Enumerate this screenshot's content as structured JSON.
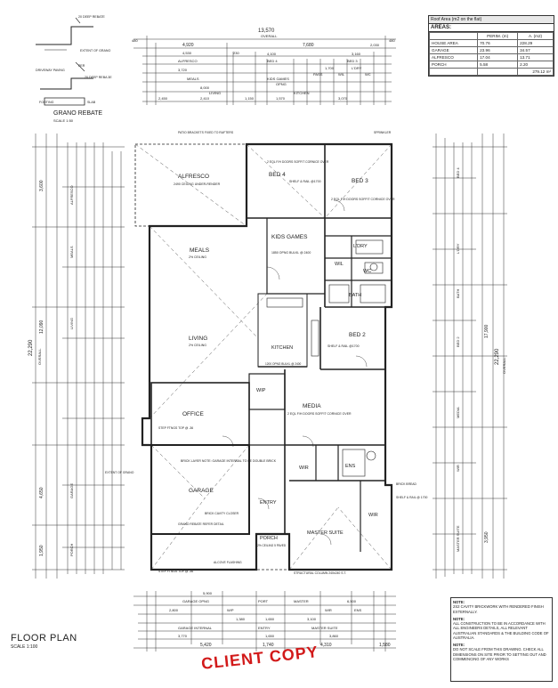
{
  "drawing": {
    "title": "FLOOR PLAN",
    "scale": "SCALE 1:100",
    "stamp": "CLIENT COPY"
  },
  "grano_detail": {
    "title": "GRANO REBATE",
    "scale": "SCALE 1:50",
    "labels": {
      "deep_rebate": "20 DEEP REBATE",
      "extent": "EXTENT OF GRANO",
      "driveway": "DRIVEWAY PAVING",
      "per": "PER",
      "deep_reba": "20 DEEP REBA 3E",
      "footing": "FOOTING",
      "slab": "SLAB"
    }
  },
  "area_table": {
    "caption": "Roof Area (m2 on the flat)",
    "heading": "AREAS:",
    "columns": [
      "",
      "PERIM. (m)",
      "A. (m2)"
    ],
    "rows": [
      {
        "name": "HOUSE AREA",
        "perim": "70.76",
        "area": "228.29"
      },
      {
        "name": "GARAGE",
        "perim": "23.96",
        "area": "34.57"
      },
      {
        "name": "ALFRESCO",
        "perim": "17.04",
        "area": "13.71"
      },
      {
        "name": "PORCH",
        "perim": "5.58",
        "area": "2.20"
      }
    ],
    "total": "279.12 m²"
  },
  "notes": {
    "title": "NOTE:",
    "n1": "2S2 CAVITY BRICKWORK WITH RENDERED FINISH EXTERNALLY.",
    "n2_title": "NOTE:",
    "n2": "ALL CONSTRUCTION TO BE IN ACCORDANCE WITH ALL ENGINEERS DETAILS, ALL RELEVANT AUSTRALIAN STANDARDS & THE BUILDING CODE OF AUSTRALIA.",
    "n3_title": "NOTE:",
    "n3": "DO NOT SCALE FROM THIS DRAWING. CHECK ALL DIMENSIONS ON SITE PRIOR TO SETTING OUT AND COMMENCING OF ANY WORKS"
  },
  "dims": {
    "top_overall": "13,570",
    "top_overall_label": "OVERALL",
    "top_d1": "4,920",
    "top_d2": "7,680",
    "top_a": "4,530",
    "top_b": "230",
    "top_c": "3,720",
    "top_alfresco": "ALFRESCO",
    "top_meals": "MEALS",
    "top_kids": "KIDS GAMES",
    "top_kids_opng": "OPNG",
    "top_bed4": "BED 4",
    "top_bed3": "BED 3",
    "top_pass": "PASS",
    "top_wil": "WIL",
    "top_wc": "WC",
    "top_ldry": "L'DRY",
    "top_living": "LIVING",
    "top_kitchen": "KITCHEN",
    "top_living_total": "8,000",
    "top_e1": "2,450",
    "top_e2": "2,410",
    "top_e3": "1,150",
    "top_e4": "1,570",
    "top_e5": "3,070",
    "top_r1": "4,100",
    "top_r2": "3,160",
    "top_r3": "1,700",
    "top_r4": "2,030",
    "top_end": "480",
    "bot_overall": "5,900",
    "bot_garage": "GARAGE OPNG",
    "bot_port": "PORT",
    "bot_wip": "W/P",
    "bot_master": "MASTER",
    "bot_wir": "WIR",
    "bot_ens": "ENS",
    "bot_g1": "2,800",
    "bot_g2": "1,380",
    "bot_g3": "1,650",
    "bot_g4": "3,100",
    "bot_g5": "6,500",
    "bot_internal": "GARAGE INTERNAL",
    "bot_entry": "ENTRY",
    "bot_master_suite": "MASTER SUITE",
    "bot_m1": "5,420",
    "bot_m2": "1,740",
    "bot_m3": "4,310",
    "bot_m4": "1,580",
    "bot_e1": "3,770",
    "bot_e2": "1,650",
    "bot_e3": "3,860",
    "left_overall": "22,290",
    "left_overall_label": "OVERALL",
    "left_1": "3,600",
    "left_2": "12,090",
    "left_3": "4,650",
    "left_4": "1,950",
    "left_alfresco": "ALFRESCO",
    "left_meals": "MEALS",
    "left_living": "LIVING",
    "left_garage": "GARAGE",
    "left_porch": "PORCH",
    "right_overall": "22,290",
    "right_overall_label": "OVERALL",
    "right_1": "17,900",
    "right_2": "3,950",
    "right_bed4": "BED 4",
    "right_ldry": "L'DRY",
    "right_bath": "BATH",
    "right_bed2": "BED 2",
    "right_media": "MEDIA",
    "right_wir": "WIR",
    "right_master": "MASTER SUITE"
  },
  "rooms": {
    "alfresco": "ALFRESCO",
    "alfresco_note": "2490 CEILING UNDER-RENDER",
    "meals": "MEALS",
    "meals_note": "2% CEILING",
    "living": "LIVING",
    "living_note": "2% CEILING",
    "bed4": "BED 4",
    "bed4_note": "SHELF & RAIL @1700",
    "bed3": "BED 3",
    "bed3_note": "2 EQL F/H DOORS SOFFIT CORNICE OVER",
    "kids": "KIDS GAMES",
    "kids_note": "1850 OPNG BULKL @ 2400",
    "ldry": "L'DRY",
    "wil": "WIL",
    "wc": "WC",
    "bath": "BATH",
    "bed2": "BED 2",
    "bed2_note": "SHELF & RAIL @1700",
    "kitchen": "KITCHEN",
    "kitchen_note": "1200 OPNG BULKL @ 2400",
    "wip": "WIP",
    "media": "MEDIA",
    "media_note": "2 EQL F/H DOORS SOFFIT CORNICE OVER",
    "office": "OFFICE",
    "garage": "GARAGE",
    "garage_note": "BRICK LAYER NOTE: GARAGE INTERNAL TO BE DOUBLE BRICK",
    "entry": "ENTRY",
    "porch": "PORCH",
    "porch_note": "2% CEILING 5 PAVED",
    "master": "MASTER SUITE",
    "wir": "WIR",
    "wir2": "WIR",
    "ens": "ENS",
    "patio_note": "PATIO BRACKETS FIXED TO RAFTERS",
    "soffit_note": "2 EQL F/H DOORS SOFFIT CORNICE OVER",
    "sprinkler": "SPRINKLER",
    "step_fdns1": "STEP FTNGS TOP @ -36",
    "step_fdns2": "STEP FTNGS TOP @ -36",
    "alcove": "ALCOVE FLASHING",
    "brick_cavity": "BRICK CAVITY CLOSER",
    "grano_rebate": "GRANO REBATE REFER DETAIL",
    "extent_grano": "EXTENT OF GRANO",
    "structural": "STRUCTURAL COLUMN 240x240 S.T.",
    "brick_bread": "BRICK BREAD",
    "shelf_rail": "SHELF & RAIL @ 1700"
  }
}
